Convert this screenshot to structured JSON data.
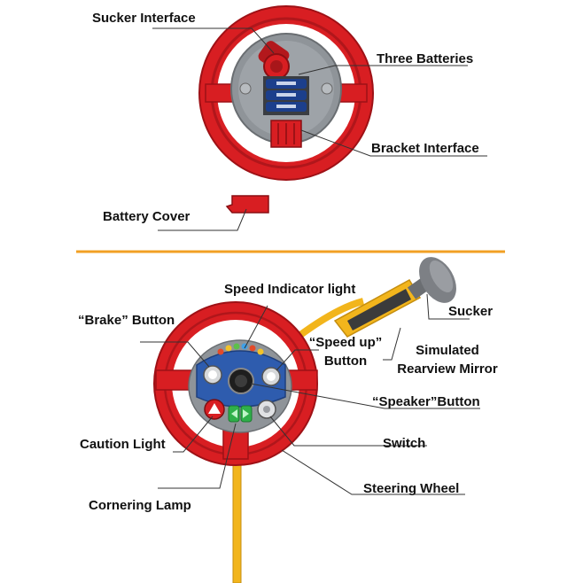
{
  "labels": {
    "sucker_interface": "Sucker Interface",
    "three_batteries": "Three Batteries",
    "bracket_interface": "Bracket Interface",
    "battery_cover": "Battery Cover",
    "speed_indicator_light": "Speed Indicator light",
    "brake_button": "“Brake” Button",
    "sucker": "Sucker",
    "speed_up_button_line1": "“Speed up”",
    "speed_up_button_line2": "Button",
    "simulated_rearview_mirror_line1": "Simulated",
    "simulated_rearview_mirror_line2": "Rearview Mirror",
    "speaker_button": "“Speaker”Button",
    "caution_light": "Caution Light",
    "switch": "Switch",
    "steering_wheel": "Steering Wheel",
    "cornering_lamp": "Cornering Lamp"
  },
  "colors": {
    "wheel_red": "#d81e22",
    "hub_gray": "#8f9499",
    "hub_blue": "#2e5cae",
    "arm_yellow": "#f2b51c",
    "divider_orange": "#f2a024",
    "battery_blue": "#1c3f8c"
  }
}
